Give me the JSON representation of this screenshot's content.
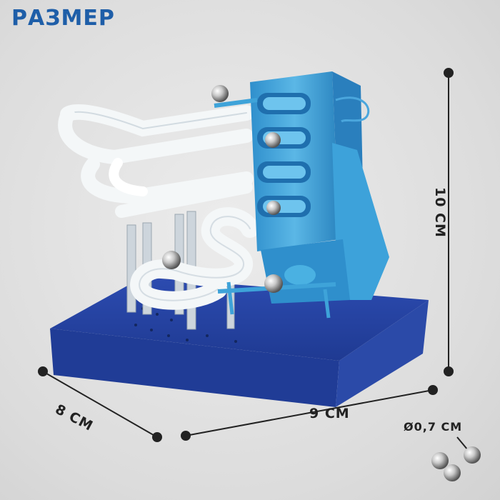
{
  "title": "РАЗМЕР",
  "dimensions": {
    "width": "9 СМ",
    "depth": "8 СМ",
    "height": "10 СМ",
    "ball_diameter": "Ø0,7 СМ"
  },
  "colors": {
    "title": "#1e5ea8",
    "base": "#233f9b",
    "tower": "#3ea3d9",
    "track": "#f4f7f8",
    "background": "#e3e3e3",
    "dimension_line": "#222222"
  }
}
